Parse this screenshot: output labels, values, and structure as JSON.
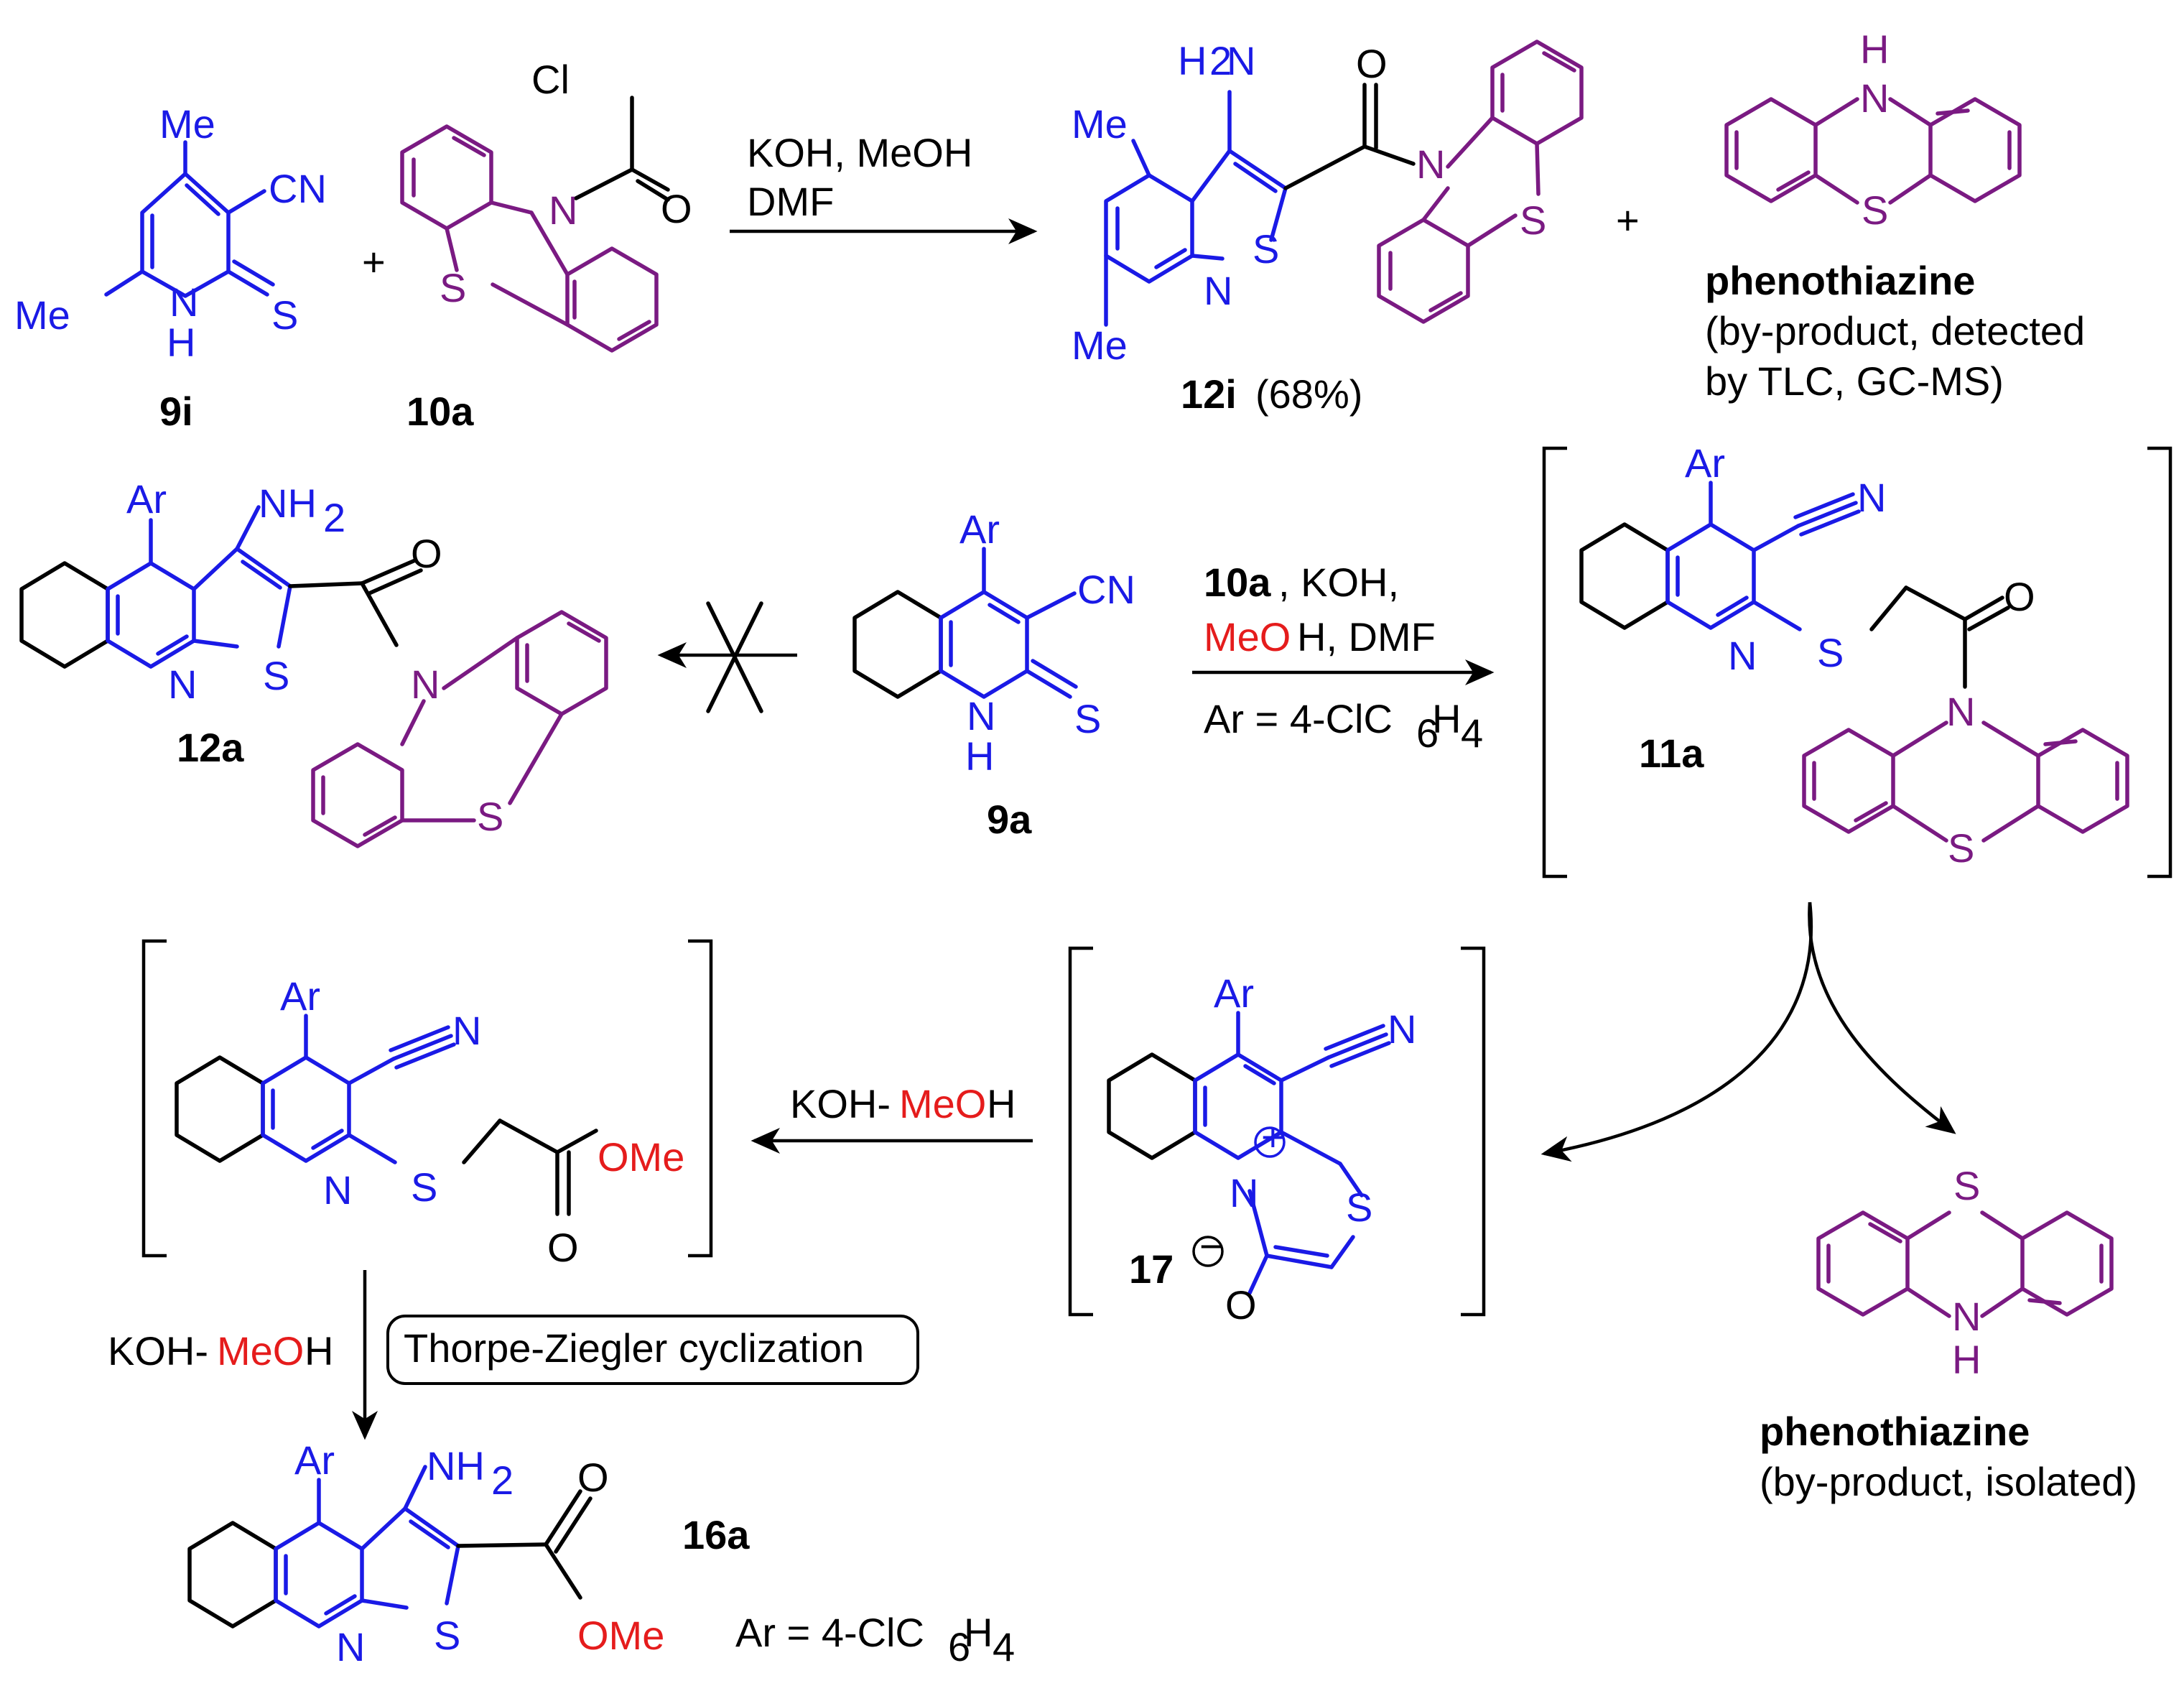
{
  "colors": {
    "pyridine": "#1a1ae6",
    "phenothiazine": "#7a1a82",
    "methanol": "#e51c1c",
    "default": "#000000"
  },
  "compounds": {
    "c9i": "9i",
    "c10a": "10a",
    "c12i": "12i",
    "c12i_yield": "(68%)",
    "c12a": "12a",
    "c9a": "9a",
    "c11a": "11a",
    "c17": "17",
    "c16a": "16a"
  },
  "byproducts": {
    "top": {
      "name": "phenothiazine",
      "line1": "(by-product, detected",
      "line2": "by TLC, GC-MS)"
    },
    "bottom": {
      "name": "phenothiazine",
      "line1": "(by-product, isolated)"
    }
  },
  "conditions": {
    "step1_line1": "KOH, MeOH",
    "step1_line2": "DMF",
    "step2_reagent": "10a",
    "step2_rest1": ", KOH,",
    "step2_meo": "MeO",
    "step2_rest2": "H, DMF",
    "step2_ar": "Ar = 4-ClC",
    "ar_sub6": "6",
    "ar_h": "H",
    "ar_sub4": "4",
    "koh": "KOH-",
    "meo": "MeO",
    "h": "H",
    "cyclization": "Thorpe-Ziegler cyclization",
    "bottom_ar": "Ar = 4-ClC"
  },
  "atoms": {
    "Me": "Me",
    "CN": "CN",
    "N": "N",
    "NH": "N",
    "H": "H",
    "S": "S",
    "O": "O",
    "Cl": "Cl",
    "Ar": "Ar",
    "NH2": "NH",
    "H2N": "H",
    "sub2": "2",
    "OMe": "OMe",
    "plus": "+",
    "plus_circle": "+",
    "minus_circle": "−"
  }
}
